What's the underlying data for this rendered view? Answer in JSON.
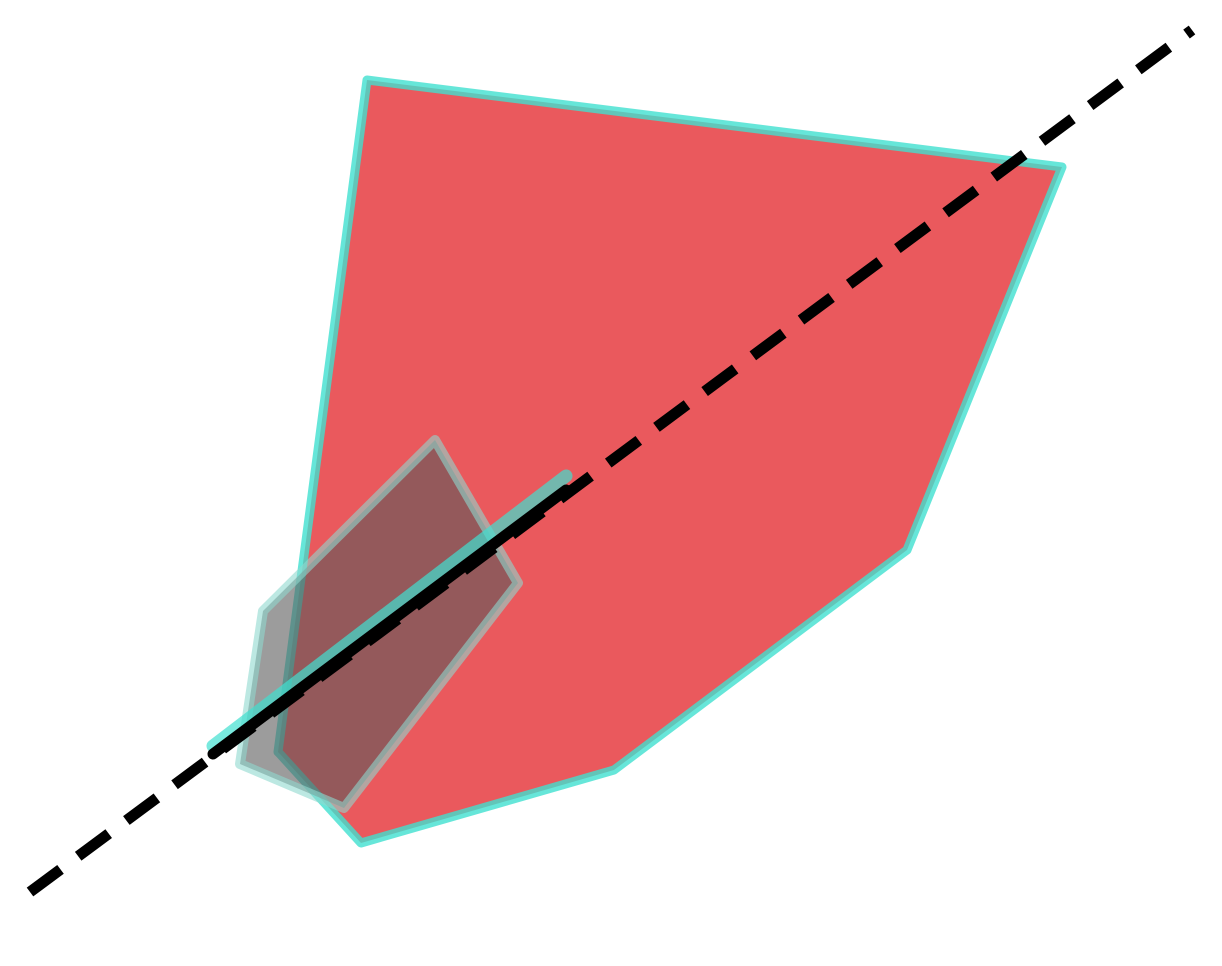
{
  "diagram": {
    "background_color": "#ffffff",
    "shapes": [
      {
        "kind": "large-polygon",
        "fill_color": "#e8474b",
        "stroke_color": "#40e0d0"
      },
      {
        "kind": "small-polygon",
        "fill_color": "#7f7f7f",
        "stroke_color": "#8fd8cf"
      },
      {
        "kind": "solid-segment",
        "stroke_color": "#000000",
        "highlight_color": "#40e0d0"
      },
      {
        "kind": "dashed-line",
        "stroke_color": "#000000"
      }
    ]
  }
}
